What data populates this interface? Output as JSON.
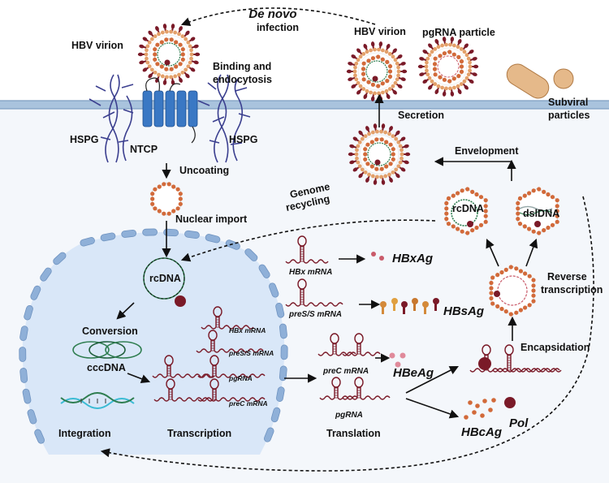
{
  "colors": {
    "membrane": "#a9c3dd",
    "cytoplasm": "#f5f8fc",
    "nucleus_fill": "#d9e7f8",
    "nuclear_envelope": "#8fb0d8",
    "capsid": "#d26a3a",
    "spike": "#7a1a28",
    "rna": "#7a1a28",
    "dna_green": "#2e7d4f",
    "ntcp": "#3a78c4",
    "hspg": "#3b3f8f"
  },
  "labels": {
    "de_novo": "De novo",
    "infection": "infection",
    "hbv_virion_top": "HBV virion",
    "binding": "Binding and",
    "endocytosis": "endocytosis",
    "hbv_virion_right": "HBV virion",
    "pgrna_particle": "pgRNA particle",
    "subviral": "Subviral",
    "particles": "particles",
    "secretion": "Secretion",
    "hspg_left": "HSPG",
    "ntcp": "NTCP",
    "hspg_right": "HSPG",
    "uncoating": "Uncoating",
    "envelopment": "Envelopment",
    "genome": "Genome",
    "recycling": "recycling",
    "nuclear_import": "Nuclear import",
    "rcdna_top": "rcDNA",
    "dsldna": "dslDNA",
    "hbx_mrna": "HBx mRNA",
    "hbxag": "HBxAg",
    "rcdna_nucleus": "rcDNA",
    "reverse": "Reverse",
    "transcription_rt": "transcription",
    "pres_mrna": "preS/S mRNA",
    "hbsag": "HBsAg",
    "conversion": "Conversion",
    "n_hbx": "HBx mRNA",
    "n_pres": "preS/S mRNA",
    "n_pgrna": "pgRNA",
    "n_prec": "preC mRNA",
    "cccdna": "cccDNA",
    "encapsidation": "Encapsidation",
    "prec_mrna": "preC mRNA",
    "hbeag": "HBeAg",
    "pgrna": "pgRNA",
    "integration": "Integration",
    "transcription": "Transcription",
    "translation": "Translation",
    "hbcag": "HBcAg",
    "pol": "Pol"
  }
}
